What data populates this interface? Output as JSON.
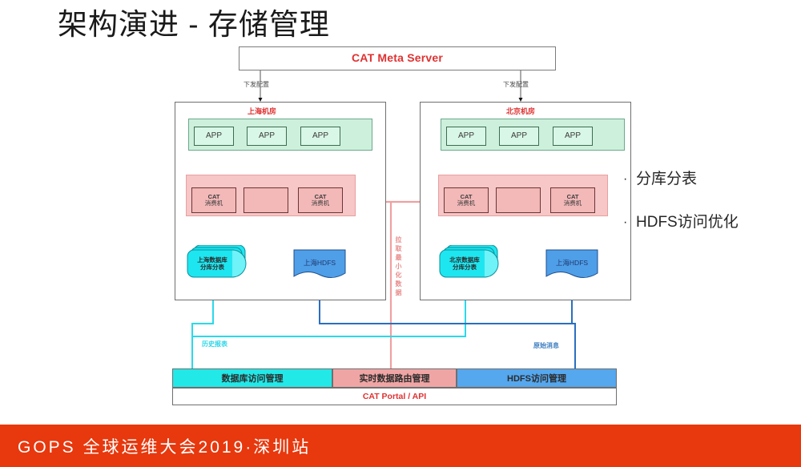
{
  "slide": {
    "title": "架构演进 - 存储管理"
  },
  "diagram": {
    "meta_server": {
      "label": "CAT Meta Server",
      "color": "#e03131"
    },
    "config_push_left": "下发配置",
    "config_push_right": "下发配置",
    "datacenters": [
      {
        "id": "shanghai",
        "title": "上海机房",
        "apps": [
          "APP",
          "APP",
          "APP"
        ],
        "consumers": [
          {
            "line1": "CAT",
            "line2": "消费机"
          },
          {
            "line1": "",
            "line2": ""
          },
          {
            "line1": "CAT",
            "line2": "消费机"
          }
        ],
        "database": {
          "line1": "上海数据库",
          "line2": "分库分表"
        },
        "hdfs": {
          "label": "上海HDFS"
        }
      },
      {
        "id": "beijing",
        "title": "北京机房",
        "apps": [
          "APP",
          "APP",
          "APP"
        ],
        "consumers": [
          {
            "line1": "CAT",
            "line2": "消费机"
          },
          {
            "line1": "",
            "line2": ""
          },
          {
            "line1": "CAT",
            "line2": "消费机"
          }
        ],
        "database": {
          "line1": "北京数据库",
          "line2": "分库分表"
        },
        "hdfs": {
          "label": "上海HDFS"
        }
      }
    ],
    "cross_dc_label": "拉取最小化数据",
    "flow_labels": {
      "history_report": "历史报表",
      "raw_message": "原始消息"
    },
    "bottom_bars": [
      {
        "id": "db-access",
        "label": "数据库访问管理",
        "color": "#23e8e8"
      },
      {
        "id": "realtime-route",
        "label": "实时数据路由管理",
        "color": "#f0a5a5"
      },
      {
        "id": "hdfs-access",
        "label": "HDFS访问管理",
        "color": "#55a7ee"
      }
    ],
    "portal_bar": {
      "label": "CAT Portal / API",
      "color": "#e03131"
    }
  },
  "bullets": [
    {
      "marker": "·",
      "text": "分库分表"
    },
    {
      "marker": "·",
      "text": "HDFS访问优化"
    }
  ],
  "footer": {
    "text": "GOPS 全球运维大会2019·深圳站",
    "background": "#e8380d"
  }
}
